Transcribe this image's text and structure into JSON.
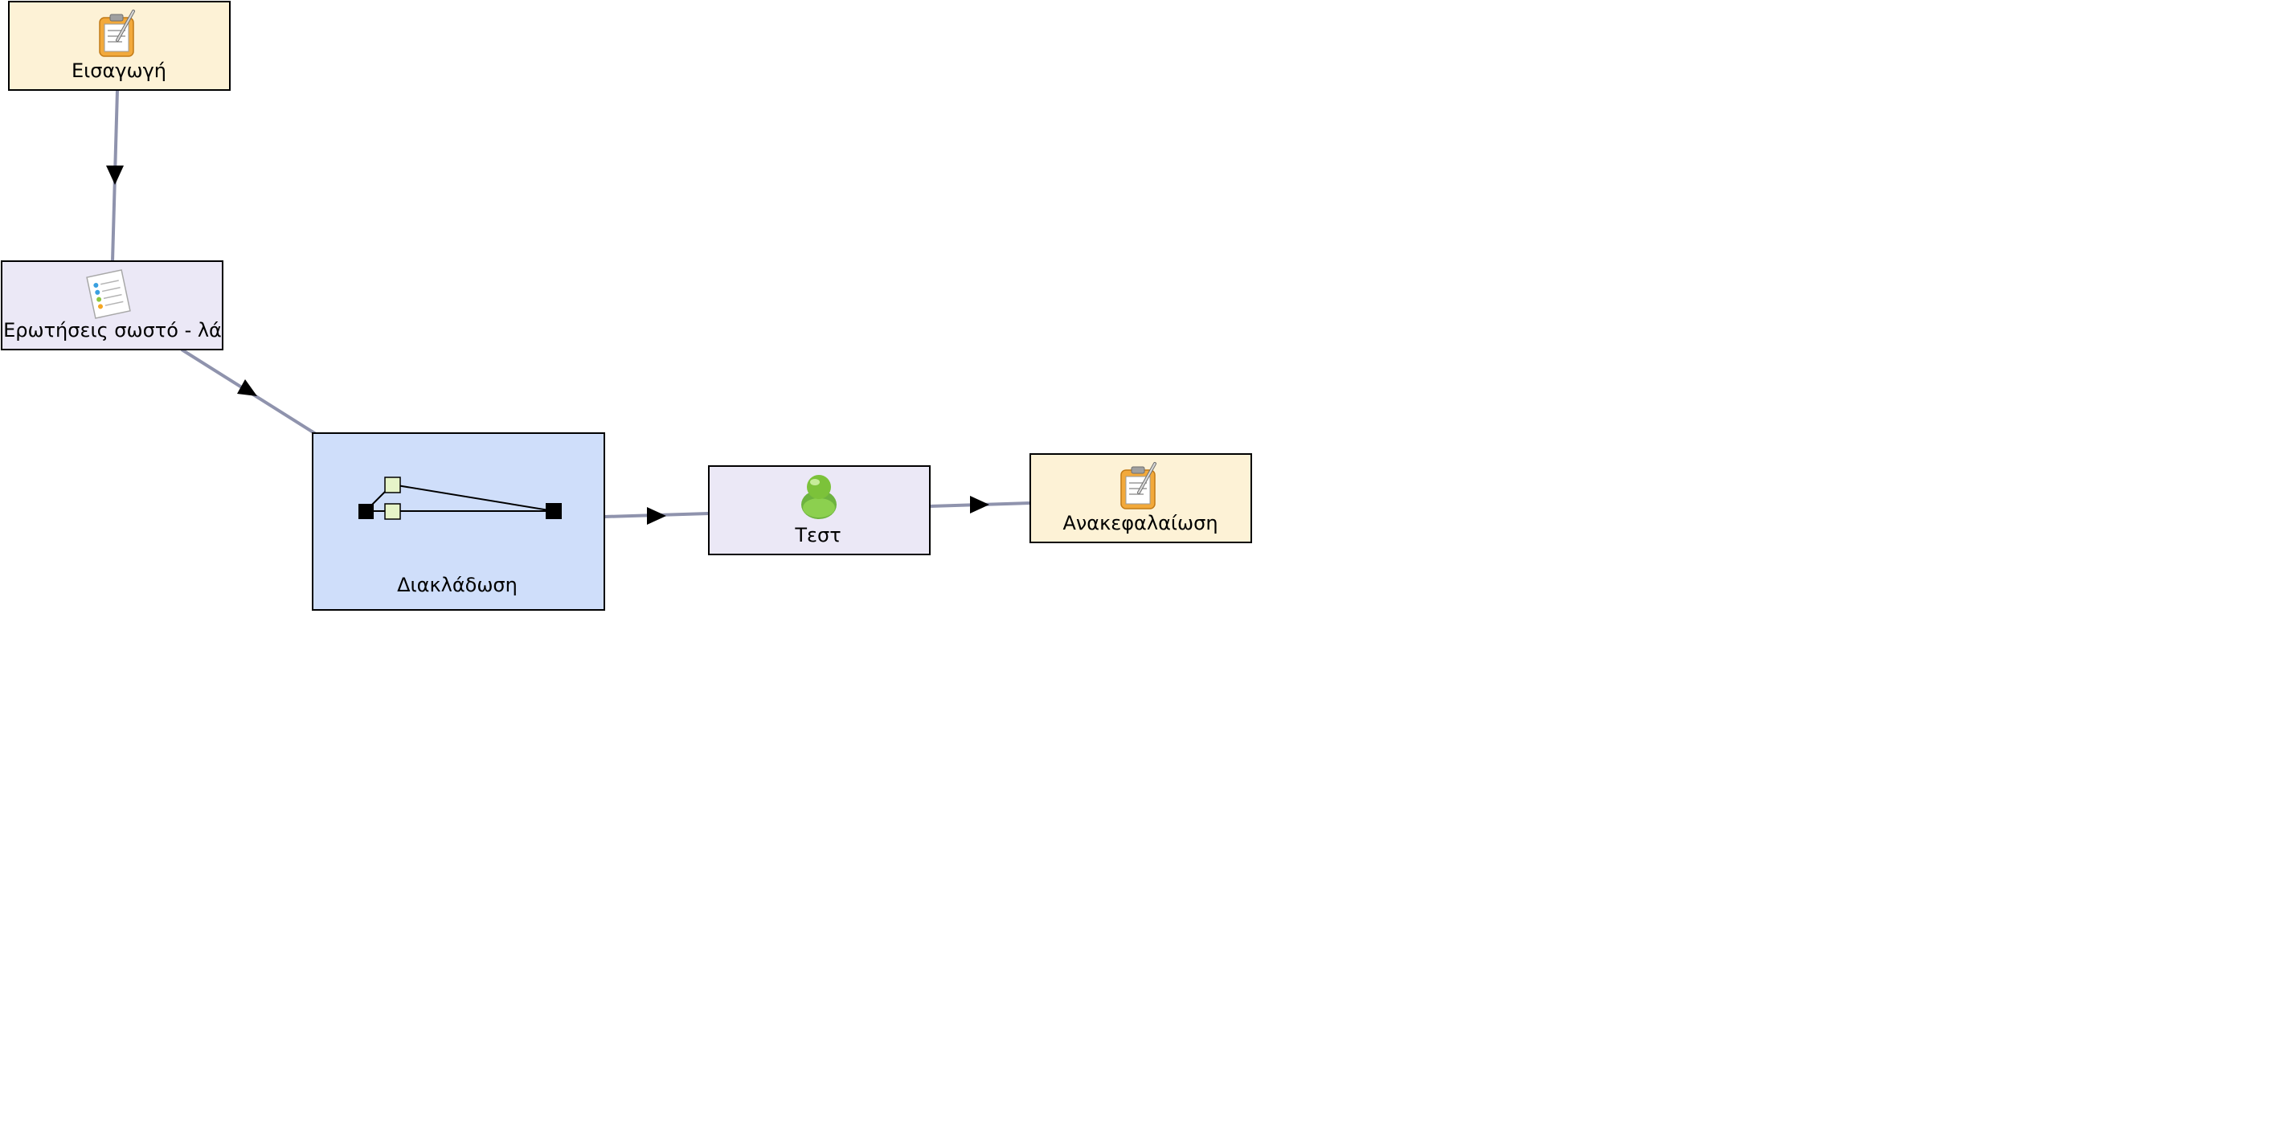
{
  "diagram": {
    "nodes": [
      {
        "id": "intro",
        "label": "Εισαγωγή",
        "icon": "notepad-pencil-icon",
        "fill": "#fdf2d6"
      },
      {
        "id": "questions",
        "label": "Ερωτήσεις σωστό - λά",
        "icon": "document-list-icon",
        "fill": "#ebe8f6"
      },
      {
        "id": "branch",
        "label": "Διακλάδωση",
        "icon": "branching-icon",
        "fill": "#cfdefa"
      },
      {
        "id": "test",
        "label": "Τεστ",
        "icon": "user-icon",
        "fill": "#ebe8f6"
      },
      {
        "id": "summary",
        "label": "Ανακεφαλαίωση",
        "icon": "notepad-pencil-icon",
        "fill": "#fdf2d6"
      }
    ],
    "edges": [
      {
        "from": "intro",
        "to": "questions"
      },
      {
        "from": "questions",
        "to": "branch"
      },
      {
        "from": "branch",
        "to": "test"
      },
      {
        "from": "test",
        "to": "summary"
      }
    ],
    "colors": {
      "edge": "#8f93ad",
      "border": "#000000",
      "arrow": "#000000",
      "branch_square": "#e6f4c8",
      "user_green": "#7cc23a",
      "notepad_orange": "#f2a93b"
    }
  }
}
